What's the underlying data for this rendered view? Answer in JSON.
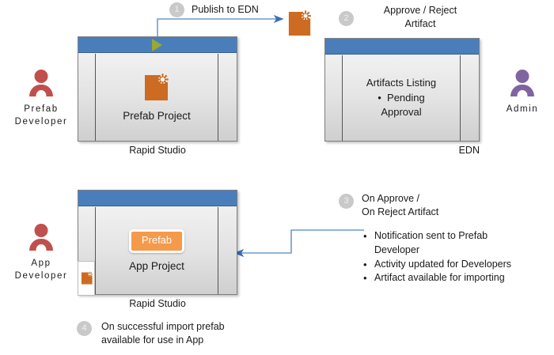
{
  "diagram": {
    "title": "Prefab publish and import workflow",
    "accent_blue": "#4a7ebb",
    "arrow_blue": "#4a7ebb",
    "artifact_orange": "#cc6b21",
    "prefab_orange": "#f5994b",
    "prefab_dev_color": "#c0504d",
    "admin_color": "#8064a2",
    "play_green": "#9aa834",
    "step_badge_gray": "#c9c9c9"
  },
  "personas": [
    {
      "id": "prefab-developer",
      "label": "Prefab\nDeveloper",
      "color": "#c0504d"
    },
    {
      "id": "admin",
      "label": "Admin",
      "color": "#8064a2"
    },
    {
      "id": "app-developer",
      "label": "App\nDeveloper",
      "color": "#c0504d"
    }
  ],
  "windows": [
    {
      "id": "prefab-project",
      "caption": "Rapid Studio",
      "content_label": "Prefab Project",
      "has_play_icon": true,
      "icon": "artifact-icon"
    },
    {
      "id": "edn",
      "caption": "EDN",
      "listing_title": "Artifacts Listing",
      "listing_bullet": "Pending",
      "listing_bullet_2": "Approval"
    },
    {
      "id": "app-project",
      "caption": "Rapid Studio",
      "content_label": "App  Project",
      "badge_label": "Prefab",
      "tray_icon": "artifact-icon"
    }
  ],
  "steps": [
    {
      "number": "1",
      "label": "Publish to EDN"
    },
    {
      "number": "2",
      "label": "Approve / Reject\nArtifact"
    },
    {
      "number": "3",
      "label": "On Approve /\nOn Reject Artifact"
    },
    {
      "number": "4",
      "label": "On successful import prefab\navailable for use in App"
    }
  ],
  "outcomes": [
    "Notification sent to Prefab\nDeveloper",
    "Activity updated for Developers",
    "Artifact available for importing"
  ]
}
